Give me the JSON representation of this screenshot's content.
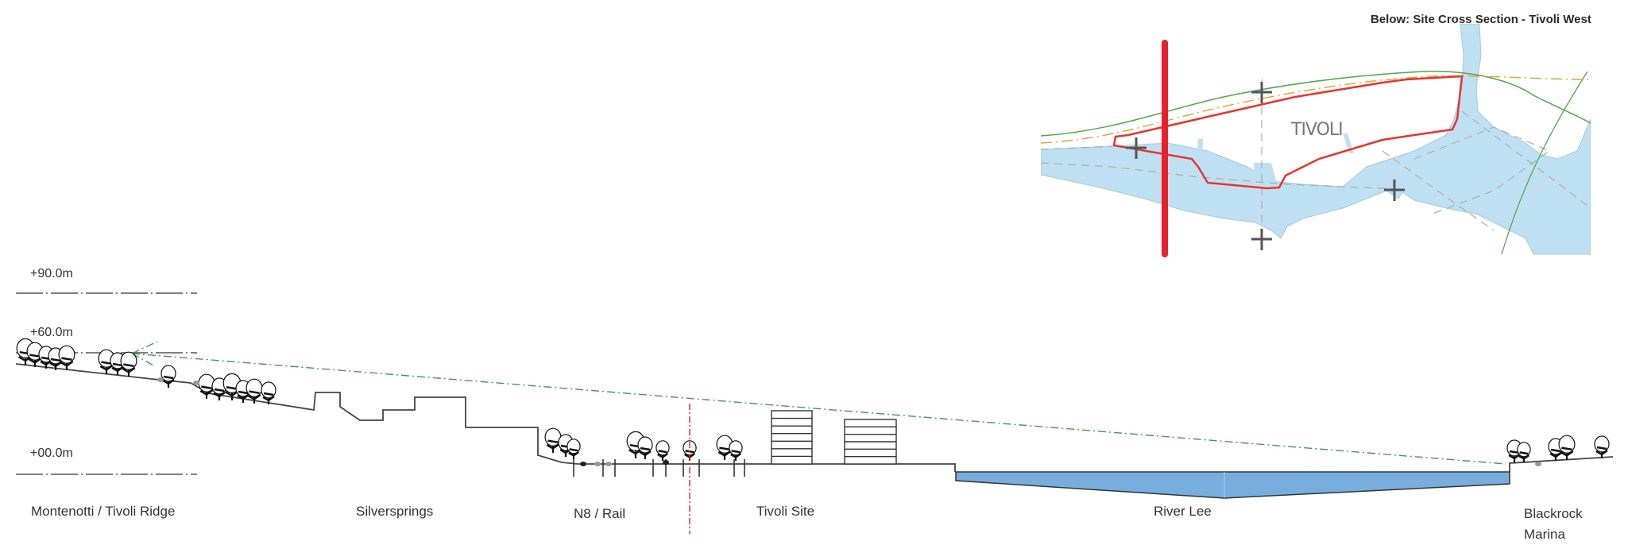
{
  "title": "Below: Site Cross Section - Tivoli West",
  "key_plan": {
    "site_label": "TIVOLI",
    "colors": {
      "water": "#bfe0f2",
      "site_boundary": "#e8342b",
      "section_line": "#e8202a",
      "green_line": "#4fa84a",
      "orange_line": "#e2a63a",
      "grid_dash": "#aaaaaa",
      "cross_marker": "#555555"
    }
  },
  "section": {
    "levels": [
      {
        "label": "+90.0m",
        "value": 90
      },
      {
        "label": "+60.0m",
        "value": 60
      },
      {
        "label": "+00.0m",
        "value": 0
      }
    ],
    "zones": [
      {
        "label": "Montenotti / Tivoli Ridge"
      },
      {
        "label": "Silversprings"
      },
      {
        "label": "N8 / Rail"
      },
      {
        "label": "Tivoli Site"
      },
      {
        "label": "River Lee"
      },
      {
        "label": "Blackrock Marina"
      }
    ],
    "colors": {
      "ground": "#444444",
      "river": "#78aede",
      "sightline": "#3d9c4c",
      "section_marker": "#e8202a",
      "level_line": "#555555"
    }
  }
}
